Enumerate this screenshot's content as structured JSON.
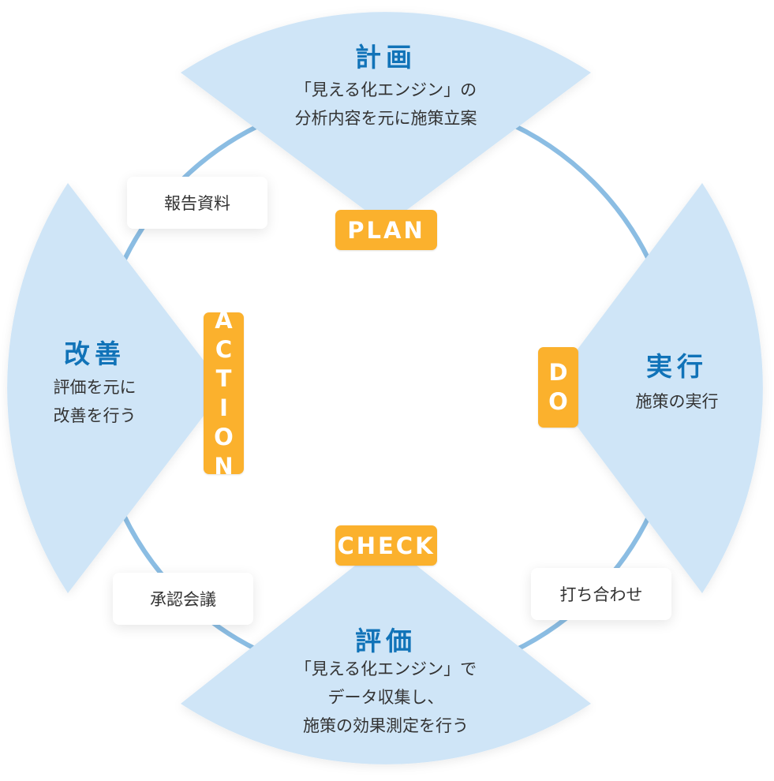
{
  "colors": {
    "sector": "#cfe5f7",
    "ring": "#8bbde3",
    "badge": "#fbb12d",
    "title": "#1173b8"
  },
  "plan": {
    "badge": "PLAN",
    "title": "計画",
    "lines": [
      "「見える化エンジン」の",
      "分析内容を元に施策立案"
    ]
  },
  "do": {
    "badge": "DO",
    "title": "実行",
    "lines": [
      "施策の実行"
    ]
  },
  "check": {
    "badge": "CHECK",
    "title": "評価",
    "lines": [
      "「見える化エンジン」で",
      "データ収集し、",
      "施策の効果測定を行う"
    ]
  },
  "action": {
    "badge": "ACTION",
    "title": "改善",
    "lines": [
      "評価を元に",
      "改善を行う"
    ]
  },
  "labels": {
    "top_left": "報告資料",
    "bottom_right": "打ち合わせ",
    "bottom_left": "承認会議"
  }
}
